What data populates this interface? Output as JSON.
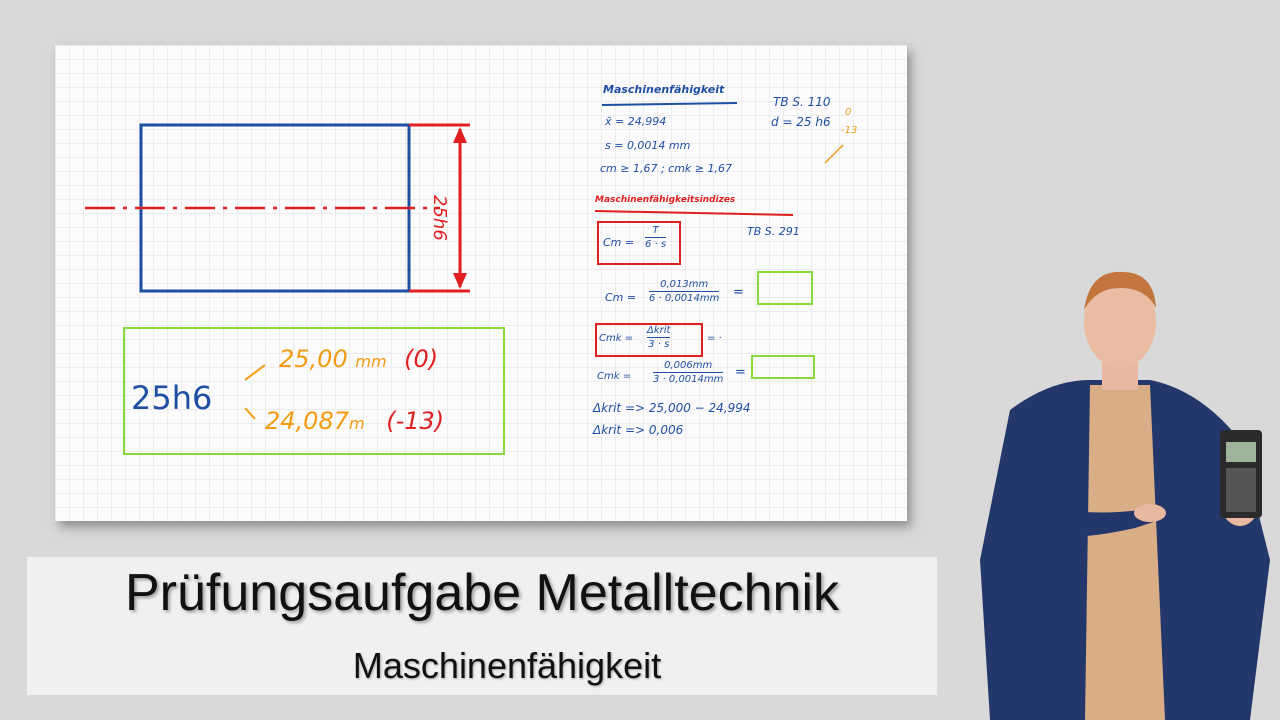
{
  "drawing": {
    "dimension_label": "25h6",
    "tolerance_nominal": "25h6",
    "upper_value": "25,00",
    "upper_unit": "mm",
    "upper_dev": "(0)",
    "lower_value": "24,087",
    "lower_unit": "m",
    "lower_dev": "(-13)"
  },
  "notes": {
    "heading1": "Maschinenfähigkeit",
    "mean": "x̄ = 24,994",
    "std": "s = 0,0014 mm",
    "limits": "cm ≥ 1,67   ; cmk ≥ 1,67",
    "tb1": "TB S. 110",
    "diameter": "d = 25 h6",
    "diam_upper": "0",
    "diam_lower": "-13",
    "heading2": "Maschinenfähigkeitsindizes",
    "tb2": "TB S. 291",
    "cm_formula_label": "Cm =",
    "cm_formula_num": "T",
    "cm_formula_den": "6 · s",
    "cm_calc_label": "Cm =",
    "cm_calc_num": "0,013mm",
    "cm_calc_den": "6 · 0,0014mm",
    "equals": "=",
    "cmk_formula_label": "Cmk =",
    "cmk_formula_num": "Δkrit",
    "cmk_formula_den": "3 · s",
    "cmk_formula_tail": "= ·",
    "cmk_calc_label": "Cmk =",
    "cmk_calc_num": "0,006mm",
    "cmk_calc_den": "3 · 0,0014mm",
    "dkrit1": "Δkrit => 25,000  −  24,994",
    "dkrit2": "Δkrit => 0,006"
  },
  "title": {
    "main": "Prüfungsaufgabe Metalltechnik",
    "sub": "Maschinenfähigkeit"
  },
  "colors": {
    "blue": "#1f4fa3",
    "red": "#e02020",
    "orange": "#f39c12",
    "green": "#8bd83c"
  }
}
